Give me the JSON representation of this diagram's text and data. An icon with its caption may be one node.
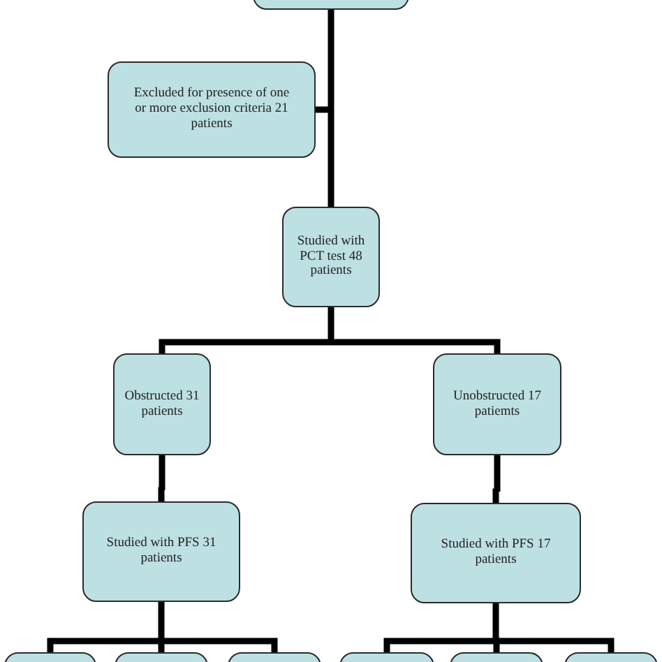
{
  "diagram": {
    "nodes": [
      {
        "text": [],
        "shape": "box"
      },
      {
        "text": [
          "Excluded for presence of one or more exclusion criteria 21 patients"
        ]
      },
      {
        "text": [
          "Studied with PCT test 48 patients"
        ]
      },
      {
        "text": [
          "Obstructed 31 patients"
        ]
      },
      {
        "text": [
          "Unobstructed 17 patiemts"
        ]
      },
      {
        "text": [
          "Studied with PFS 31 patients"
        ]
      },
      {
        "text": [
          "Studied with PFS 17 patients"
        ]
      },
      {
        "text": [],
        "shape": "box"
      },
      {
        "text": [],
        "shape": "box"
      },
      {
        "text": [],
        "shape": "box"
      },
      {
        "text": [],
        "shape": "box"
      },
      {
        "text": [],
        "shape": "box"
      },
      {
        "text": [],
        "shape": "box"
      }
    ],
    "edges": [
      {
        "from": 0,
        "to": 1,
        "arrow": "none"
      },
      {
        "from": 0,
        "to": 2,
        "arrow": "none"
      },
      {
        "from": 2,
        "to": 3,
        "arrow": "none"
      },
      {
        "from": 2,
        "to": 4,
        "arrow": "none"
      },
      {
        "from": 3,
        "to": 5,
        "arrow": "none"
      },
      {
        "from": 4,
        "to": 6,
        "arrow": "none"
      },
      {
        "from": 5,
        "to": 7,
        "arrow": "none"
      },
      {
        "from": 5,
        "to": 8,
        "arrow": "none"
      },
      {
        "from": 5,
        "to": 9,
        "arrow": "none"
      },
      {
        "from": 6,
        "to": 10,
        "arrow": "none"
      },
      {
        "from": 6,
        "to": 11,
        "arrow": "none"
      },
      {
        "from": 6,
        "to": 12,
        "arrow": "none"
      }
    ]
  }
}
